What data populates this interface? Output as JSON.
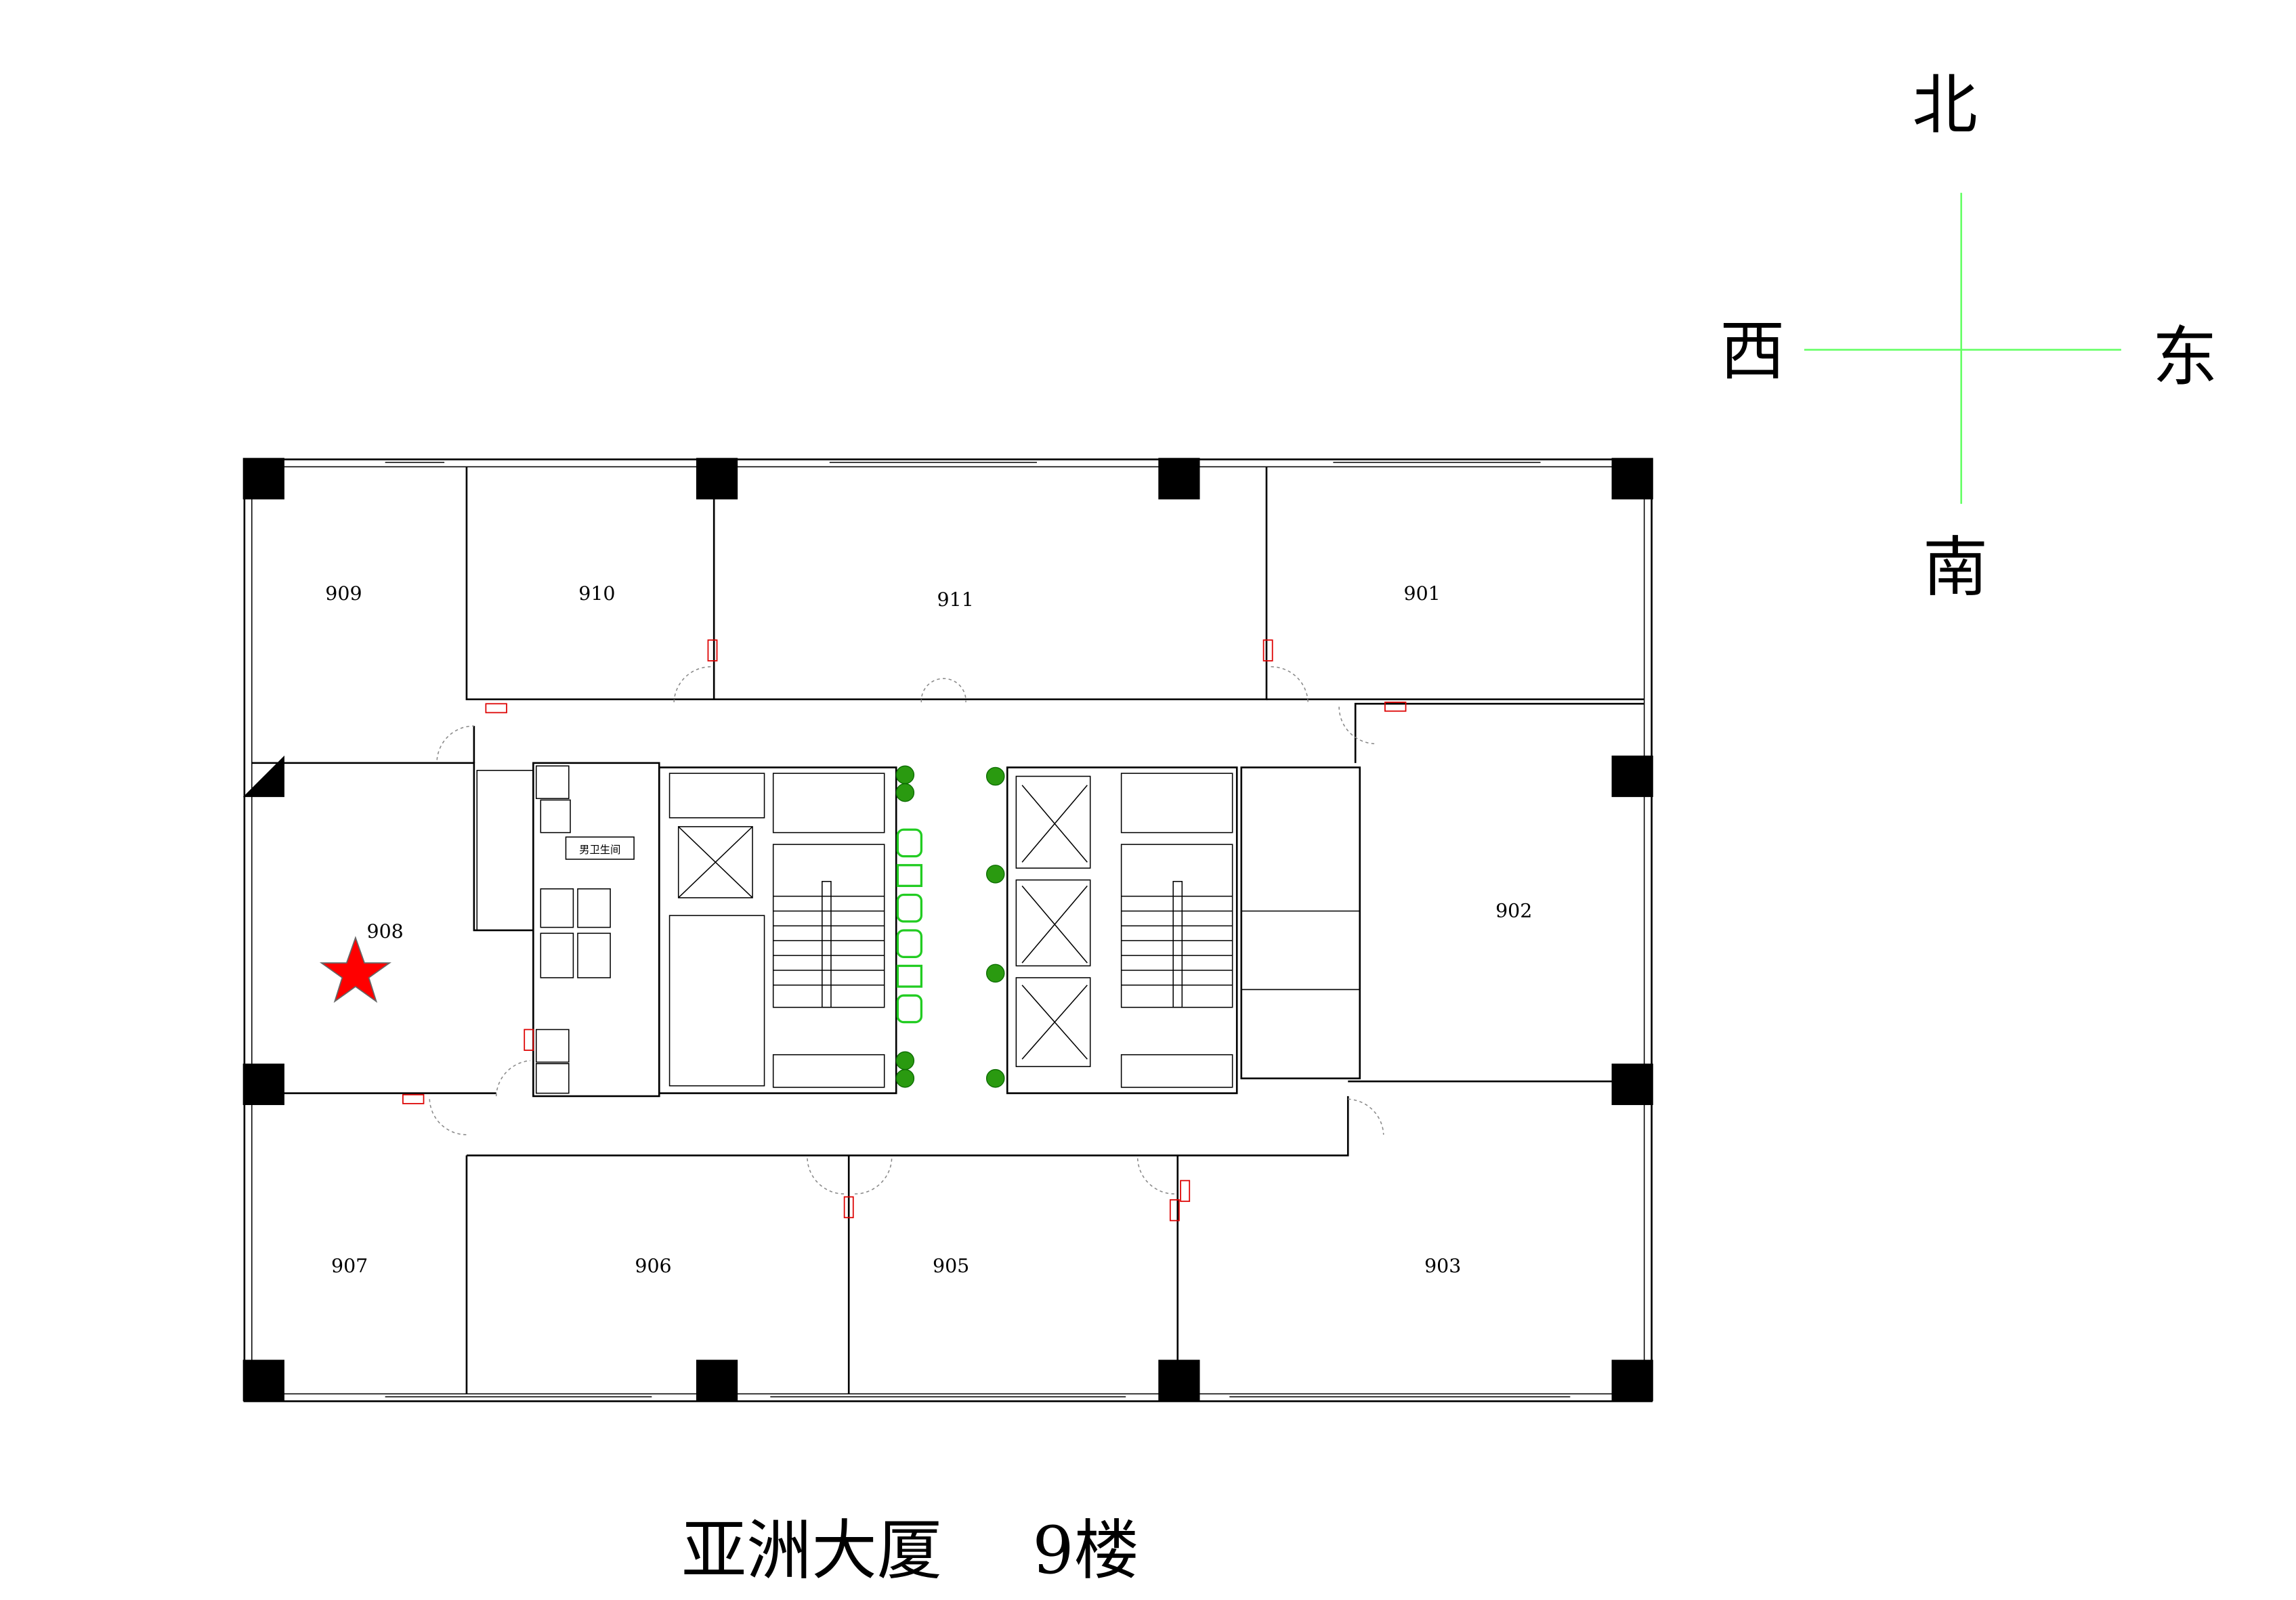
{
  "title": {
    "building": "亚洲大厦",
    "floor": "9楼"
  },
  "compass": {
    "north": "北",
    "south": "南",
    "east": "东",
    "west": "西",
    "line_color": "#66ff66"
  },
  "rooms": {
    "r909": "909",
    "r910": "910",
    "r911": "911",
    "r901": "901",
    "r902": "902",
    "r908": "908",
    "r907": "907",
    "r906": "906",
    "r905": "905",
    "r903": "903"
  },
  "restroom_label": "男卫生间",
  "marker": {
    "color": "#ff0000",
    "room": "908"
  }
}
